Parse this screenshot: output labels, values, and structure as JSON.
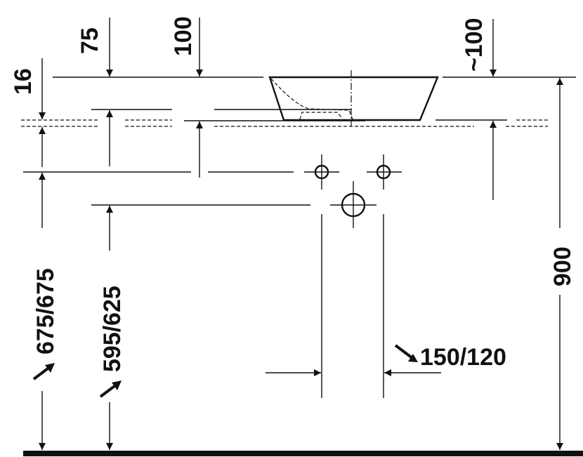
{
  "drawing": {
    "type": "installation dimension drawing - countertop basin side view",
    "dimensions": {
      "d16": "16",
      "d75": "75",
      "d100": "100",
      "d100_approx": "~100",
      "d900": "900",
      "d675": "675/675",
      "d595": "595/625",
      "d150": "150/120"
    },
    "colors": {
      "line": "#111111",
      "background": "#ffffff"
    }
  }
}
